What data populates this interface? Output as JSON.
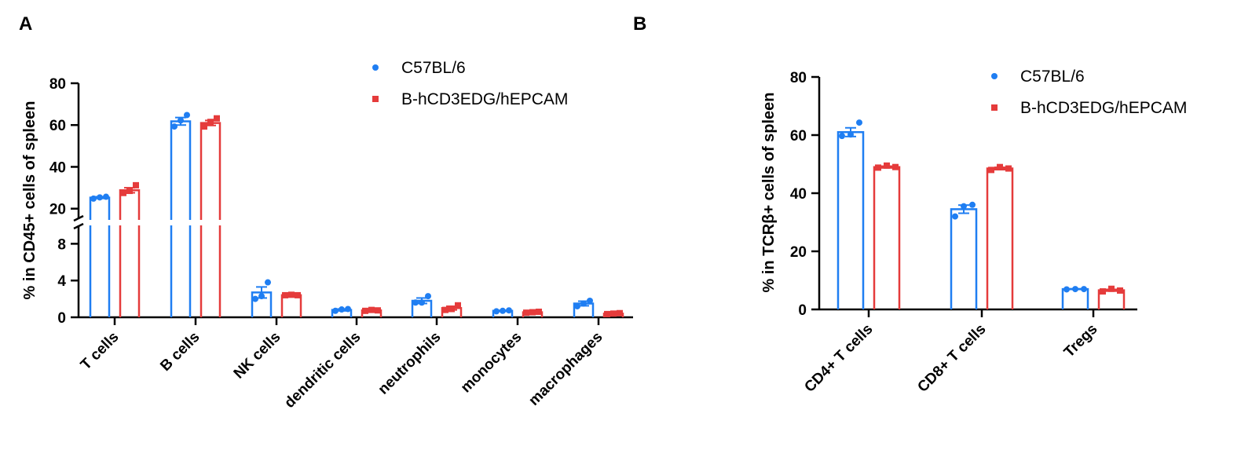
{
  "colors": {
    "c57": "#1f7ef2",
    "hcd3": "#e53b3b"
  },
  "panels": [
    {
      "letter": "A",
      "chart_data": {
        "type": "bar",
        "title": "",
        "xlabel": "",
        "ylabel": "% in CD45+ cells of spleen",
        "broken_axis": true,
        "ylim_lower": [
          0,
          10
        ],
        "ylim_upper": [
          15,
          80
        ],
        "yticks_lower": [
          "0",
          "4",
          "8"
        ],
        "yticks_upper": [
          "20",
          "40",
          "60",
          "80"
        ],
        "legend_position": "top-right",
        "categories": [
          "T cells",
          "B cells",
          "NK cells",
          "dendritic cells",
          "neutrophils",
          "monocytes",
          "macrophages"
        ],
        "series": [
          {
            "name": "C57BL/6",
            "color": "#1f7ef2",
            "marker": "circle",
            "values": [
              25.3,
              61.8,
              2.7,
              0.8,
              1.8,
              0.7,
              1.5
            ],
            "sem": [
              0.4,
              1.8,
              0.6,
              0.1,
              0.3,
              0.05,
              0.25
            ],
            "points": [
              [
                24.8,
                25.4,
                25.7
              ],
              [
                59.3,
                62.2,
                64.8
              ],
              [
                2.0,
                2.3,
                3.8
              ],
              [
                0.7,
                0.85,
                0.9
              ],
              [
                1.6,
                1.6,
                2.3
              ],
              [
                0.65,
                0.7,
                0.75
              ],
              [
                1.2,
                1.5,
                1.8
              ]
            ]
          },
          {
            "name": "B-hCD3EDG/hEPCAM",
            "color": "#e53b3b",
            "marker": "square",
            "values": [
              28.8,
              61.0,
              2.4,
              0.75,
              1.0,
              0.55,
              0.4
            ],
            "sem": [
              1.2,
              1.2,
              0.05,
              0.05,
              0.2,
              0.05,
              0.05
            ],
            "points": [
              [
                27.5,
                28.5,
                31.2
              ],
              [
                59.3,
                61.5,
                63.2
              ],
              [
                2.4,
                2.45,
                2.4
              ],
              [
                0.7,
                0.8,
                0.75
              ],
              [
                0.8,
                0.9,
                1.3
              ],
              [
                0.5,
                0.55,
                0.6
              ],
              [
                0.35,
                0.4,
                0.45
              ]
            ]
          }
        ]
      }
    },
    {
      "letter": "B",
      "chart_data": {
        "type": "bar",
        "title": "",
        "xlabel": "",
        "ylabel": "% in TCRβ+ cells of spleen",
        "ylim": [
          0,
          80
        ],
        "yticks": [
          "0",
          "20",
          "40",
          "60",
          "80"
        ],
        "legend_position": "top-right",
        "categories": [
          "CD4+ T cells",
          "CD8+ T cells",
          "Tregs"
        ],
        "series": [
          {
            "name": "C57BL/6",
            "color": "#1f7ef2",
            "marker": "circle",
            "values": [
              61.0,
              34.5,
              7.0
            ],
            "sem": [
              1.5,
              1.4,
              0.1
            ],
            "points": [
              [
                59.7,
                60.2,
                64.3
              ],
              [
                32.0,
                35.5,
                36.0
              ],
              [
                6.9,
                7.0,
                7.0
              ]
            ]
          },
          {
            "name": "B-hCD3EDG/hEPCAM",
            "color": "#e53b3b",
            "marker": "square",
            "values": [
              49.0,
              48.5,
              6.6
            ],
            "sem": [
              0.3,
              0.4,
              0.3
            ],
            "points": [
              [
                48.8,
                49.5,
                49.0
              ],
              [
                48.0,
                49.0,
                48.5
              ],
              [
                6.2,
                7.1,
                6.5
              ]
            ]
          }
        ]
      }
    }
  ]
}
